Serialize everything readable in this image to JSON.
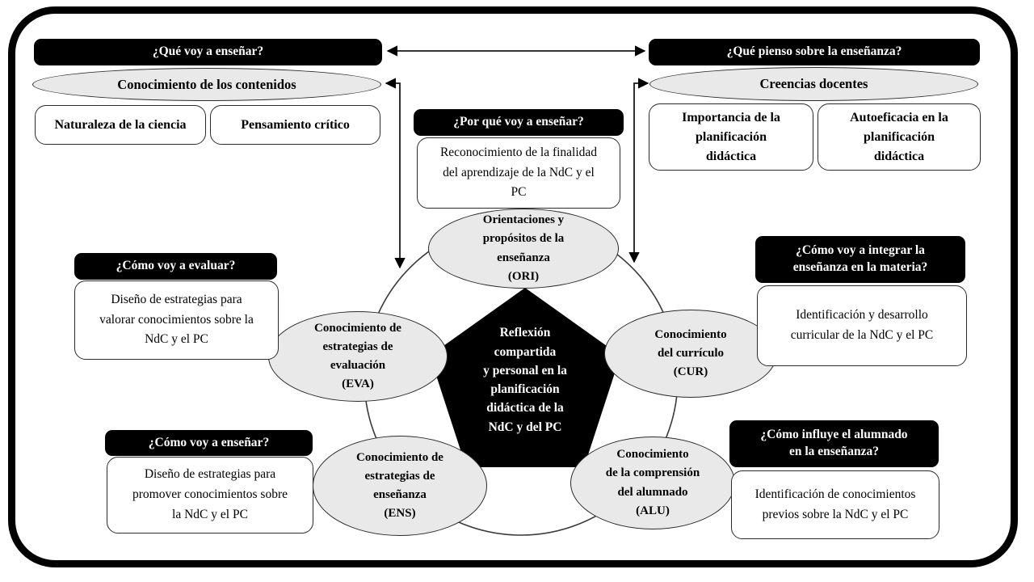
{
  "diagram": {
    "top_left": {
      "question": "¿Qué voy a enseñar?",
      "category": "Conocimiento de los contenidos",
      "item1": "Naturaleza de la ciencia",
      "item2": "Pensamiento crítico"
    },
    "top_right": {
      "question": "¿Qué pienso sobre la enseñanza?",
      "category": "Creencias docentes",
      "item1": "Importancia de la\nplanificación\ndidáctica",
      "item2": "Autoeficacia en la\nplanificación\ndidáctica"
    },
    "why": {
      "question": "¿Por qué voy a enseñar?",
      "detail": "Reconocimiento de la finalidad\ndel aprendizaje de la NdC y el\nPC"
    },
    "evaluate": {
      "question": "¿Cómo voy a evaluar?",
      "detail": "Diseño de estrategias para\nvalorar conocimientos sobre la\nNdC y el PC"
    },
    "integrate": {
      "question": "¿Cómo voy a integrar la\nenseñanza en la materia?",
      "detail": "Identificación y desarrollo\ncurricular de la NdC y el PC"
    },
    "teach": {
      "question": "¿Cómo voy a enseñar?",
      "detail": "Diseño de estrategias para\npromover conocimientos sobre\nla NdC y el PC"
    },
    "students": {
      "question": "¿Cómo influye el alumnado\nen la enseñanza?",
      "detail": "Identificación de conocimientos\nprevios sobre la NdC y el PC"
    },
    "components": {
      "ori": "Orientaciones y\npropósitos de la\nenseñanza\n(ORI)",
      "eva": "Conocimiento de\nestrategias de\nevaluación\n(EVA)",
      "cur": "Conocimiento\ndel currículo\n(CUR)",
      "ens": "Conocimiento de\nestrategias de\nenseñanza\n(ENS)",
      "alu": "Conocimiento\nde la comprensión\ndel alumnado\n(ALU)"
    },
    "core": "Reflexión\ncompartida\ny personal en la\nplanificación\ndidáctica de la\nNdC y del PC"
  },
  "colors": {
    "ellipse_fill": "#e9e9e9",
    "header_bg": "#000000",
    "pentagon_fill": "#000000",
    "line": "#1a1a1a"
  }
}
